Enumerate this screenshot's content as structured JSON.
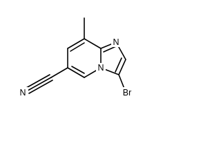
{
  "molecule": {
    "atoms": {
      "n_ring": "N",
      "n_bridge": "N",
      "n_nitrile": "N",
      "bromine": "Br"
    }
  }
}
